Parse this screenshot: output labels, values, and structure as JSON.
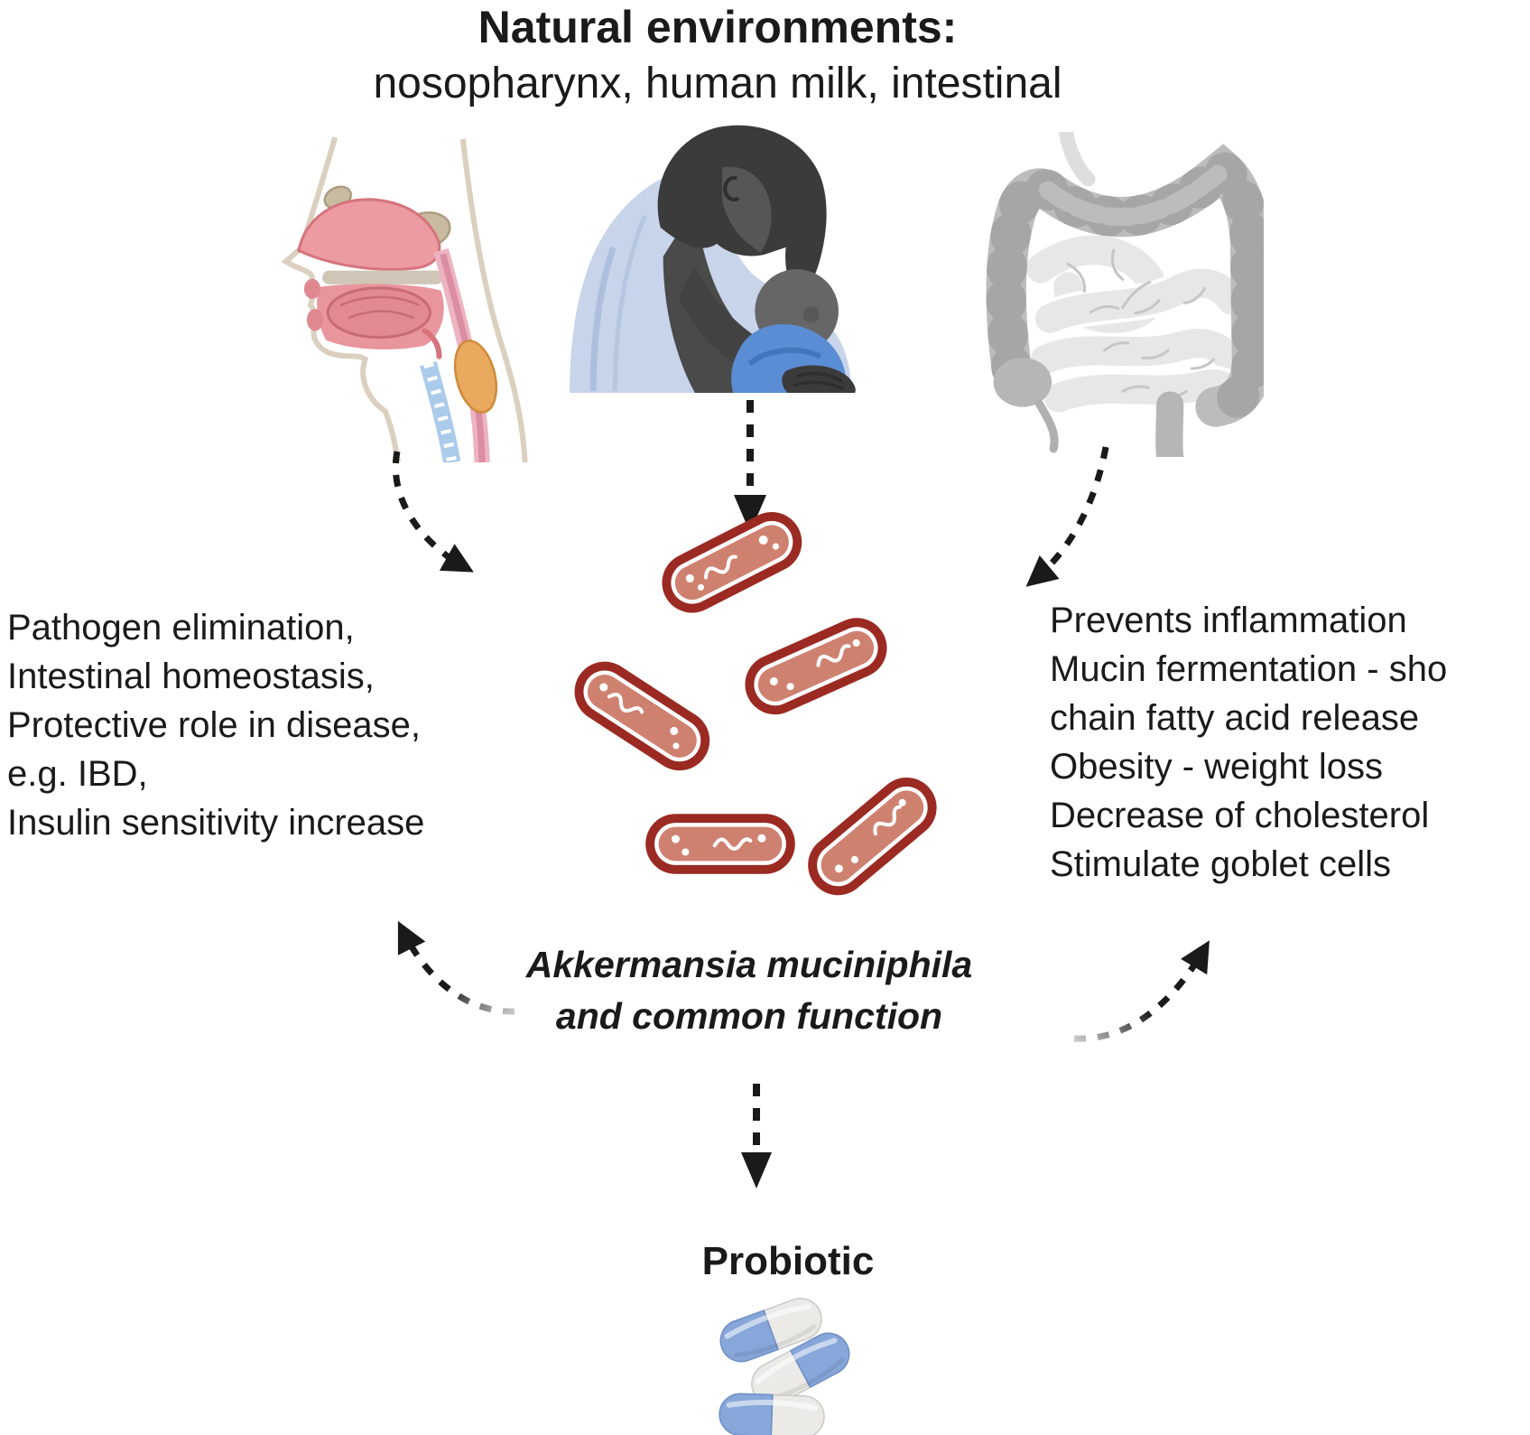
{
  "title": {
    "line1": "Natural environments:",
    "line2": "nosopharynx, human milk, intestinal"
  },
  "illustrations": {
    "left": "nasopharynx-sagittal-head-section",
    "middle": "mother-breastfeeding-infant",
    "right": "intestines"
  },
  "bacteria": {
    "count": 5,
    "shape": "rod"
  },
  "left_benefits": {
    "lines": [
      "Pathogen elimination,",
      "Intestinal homeostasis,",
      "Protective role in disease,",
      "e.g. IBD,",
      "Insulin sensitivity increase"
    ]
  },
  "right_benefits": {
    "lines": [
      "Prevents inflammation",
      "Mucin fermentation - sho",
      "chain fatty acid release",
      "Obesity - weight loss",
      "Decrease of cholesterol",
      "Stimulate goblet cells"
    ]
  },
  "center_label": {
    "line1": "Akkermansia muciniphila",
    "line2": "and common function"
  },
  "probiotic": {
    "label": "Probiotic",
    "capsule_count": 3
  },
  "colors": {
    "background": "#ffffff",
    "text": "#1a1a1a",
    "arrow": "#1a1a1a",
    "bacteria_border": "#9b2a23",
    "bacteria_fill": "#cf8170",
    "bacteria_detail": "#ffffff",
    "pill_blue": "#87a6d9",
    "pill_white": "#eceae7"
  }
}
